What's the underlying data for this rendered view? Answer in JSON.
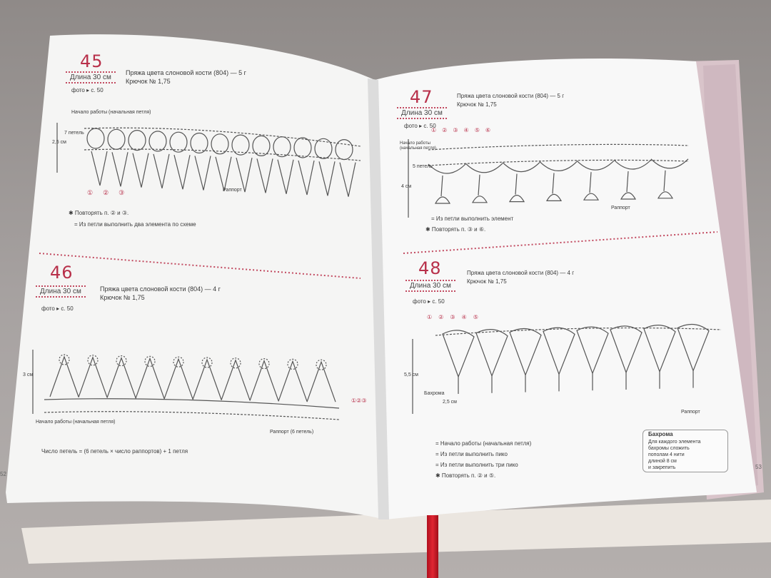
{
  "left_page": {
    "page_number": "52",
    "p45": {
      "number": "45",
      "length": "Длина 30 см",
      "photo": "фото ▸ с. 50",
      "yarn": "Пряжа цвета слоновой кости (804) — 5 г",
      "hook": "Крючок № 1,75",
      "start": "Начало работы (начальная петля)",
      "chain_label": "7 петель",
      "height": "2,5 см",
      "rapport": "Раппорт",
      "steps": [
        "①",
        "②",
        "③"
      ],
      "note_repeat": "✱ Повторять п. ② и ③.",
      "note_two": "= Из петли выполнить два элемента по схеме"
    },
    "p46": {
      "number": "46",
      "length": "Длина 30 см",
      "photo": "фото ▸ с. 50",
      "yarn": "Пряжа цвета слоновой кости (804) — 4 г",
      "hook": "Крючок № 1,75",
      "height": "3 см",
      "start": "Начало работы (начальная петля)",
      "rapport": "Раппорт (6 петель)",
      "steps": [
        "①",
        "②",
        "③"
      ],
      "formula": "Число петель = (6 петель × число раппортов) + 1 петля"
    }
  },
  "right_page": {
    "page_number": "53",
    "p47": {
      "number": "47",
      "length": "Длина 30 см",
      "photo": "фото ▸ с. 50",
      "yarn": "Пряжа цвета слоновой кости (804) — 5 г",
      "hook": "Крючок № 1,75",
      "start": "Начало работы (начальная петля)",
      "chain_label": "5 петель",
      "height": "4 см",
      "rapport": "Раппорт",
      "steps": [
        "①",
        "②",
        "③",
        "④",
        "⑤",
        "⑥"
      ],
      "note_element": "= Из петли выполнить элемент",
      "note_repeat": "✱ Повторять п. ③ и ⑥."
    },
    "p48": {
      "number": "48",
      "length": "Длина 30 см",
      "photo": "фото ▸ с. 50",
      "yarn": "Пряжа цвета слоновой кости (804) — 4 г",
      "hook": "Крючок № 1,75",
      "steps": [
        "①",
        "②",
        "③",
        "④",
        "⑤"
      ],
      "height": "5,5 см",
      "fringe_label": "Бахрома",
      "fringe_len": "2,5 см",
      "rapport": "Раппорт",
      "legend": [
        "= Начало работы (начальная петля)",
        "= Из петли выполнить пико",
        "= Из петли выполнить три пико",
        "✱ Повторять п. ② и ⑤."
      ],
      "fringe_box": {
        "title": "Бахрома",
        "lines": [
          "Для каждого элемента",
          "бахромы сложить",
          "пополам 4 нити",
          "длиной 8 см",
          "и закрепить"
        ]
      }
    }
  },
  "colors": {
    "accent": "#b8304a",
    "page": "#f6f6f6",
    "table": "#9a9593"
  },
  "icons": [
    "arrow-up-icon",
    "arrow-left-icon",
    "triangle-marker-icon",
    "asterisk-icon"
  ]
}
